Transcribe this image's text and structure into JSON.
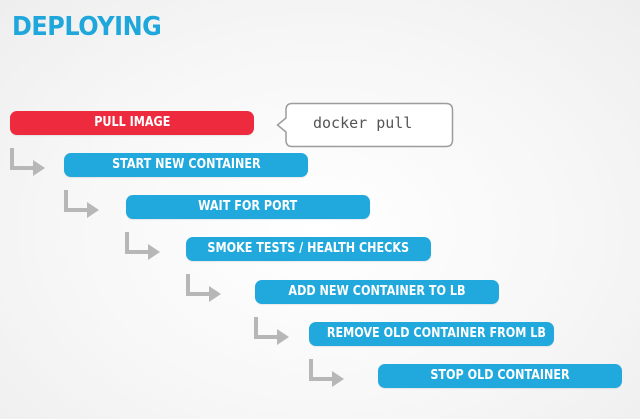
{
  "slide": {
    "title": "DEPLOYING",
    "callout": "docker pull"
  },
  "steps": [
    {
      "label": "PULL IMAGE"
    },
    {
      "label": "START NEW CONTAINER"
    },
    {
      "label": "WAIT FOR PORT"
    },
    {
      "label": "SMOKE TESTS / HEALTH CHECKS"
    },
    {
      "label": "ADD NEW CONTAINER TO LB"
    },
    {
      "label": "REMOVE OLD CONTAINER FROM LB"
    },
    {
      "label": "STOP OLD CONTAINER"
    }
  ],
  "colors": {
    "title": "#1fa7dc",
    "first_step": "#ee2a3f",
    "step": "#21a8dc",
    "connector": "#b7b7b7"
  }
}
